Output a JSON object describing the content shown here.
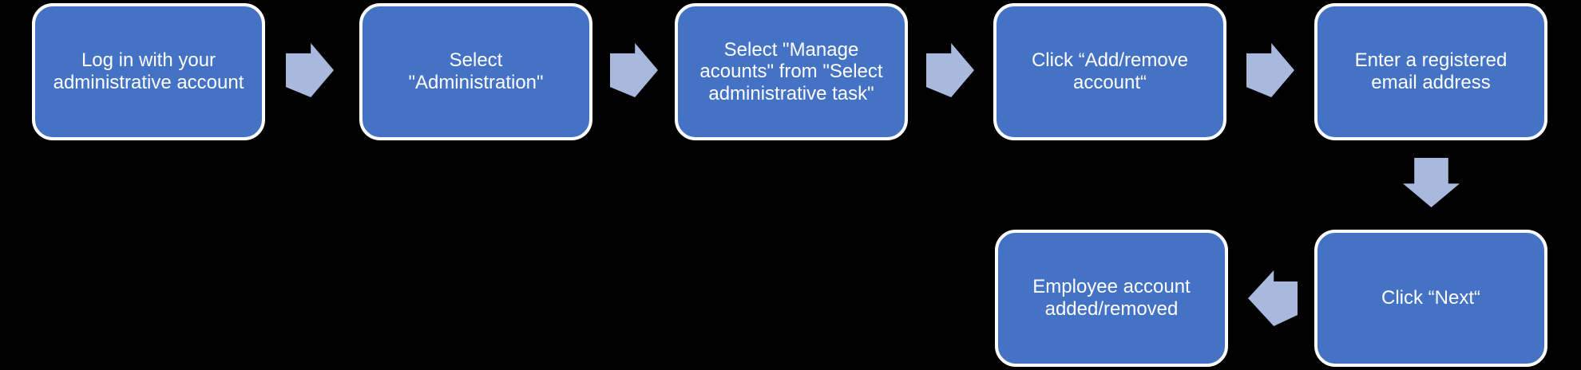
{
  "colors": {
    "canvas_bg": "#000000",
    "box_fill": "#4472c4",
    "box_border": "#ffffff",
    "arrow_fill": "#a9b9dd",
    "text_color": "#ffffff"
  },
  "flowchart": {
    "steps": [
      {
        "label": "Log in with your\nadministrative account"
      },
      {
        "label": "Select\n\"Administration\""
      },
      {
        "label": "Select \"Manage\nacounts\" from \"Select\nadministrative task\""
      },
      {
        "label": "Click “Add/remove\naccount“"
      },
      {
        "label": "Enter a registered\nemail address"
      },
      {
        "label": "Click “Next“"
      },
      {
        "label": "Employee account\nadded/removed"
      }
    ],
    "connectors": [
      {
        "from_step": 1,
        "to_step": 2,
        "direction": "right"
      },
      {
        "from_step": 2,
        "to_step": 3,
        "direction": "right"
      },
      {
        "from_step": 3,
        "to_step": 4,
        "direction": "right"
      },
      {
        "from_step": 4,
        "to_step": 5,
        "direction": "right"
      },
      {
        "from_step": 5,
        "to_step": 6,
        "direction": "down"
      },
      {
        "from_step": 6,
        "to_step": 7,
        "direction": "left"
      }
    ]
  }
}
